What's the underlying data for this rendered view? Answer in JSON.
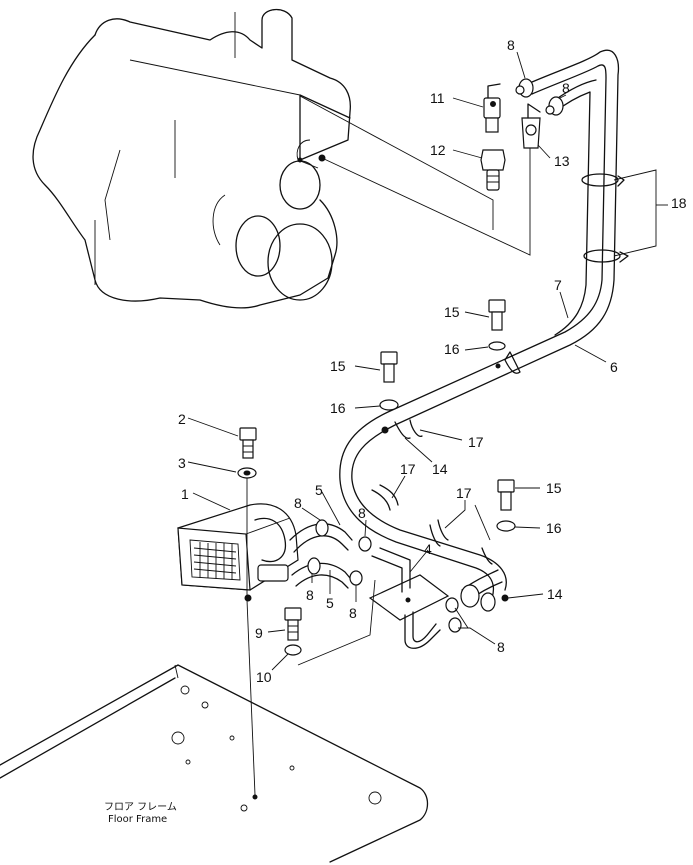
{
  "callouts": [
    {
      "id": "c1",
      "text": "1"
    },
    {
      "id": "c2",
      "text": "2"
    },
    {
      "id": "c3",
      "text": "3"
    },
    {
      "id": "c4",
      "text": "4"
    },
    {
      "id": "c5a",
      "text": "5"
    },
    {
      "id": "c5b",
      "text": "5"
    },
    {
      "id": "c6",
      "text": "6"
    },
    {
      "id": "c7",
      "text": "7"
    },
    {
      "id": "c8a",
      "text": "8"
    },
    {
      "id": "c8b",
      "text": "8"
    },
    {
      "id": "c8c",
      "text": "8"
    },
    {
      "id": "c8d",
      "text": "8"
    },
    {
      "id": "c8e",
      "text": "8"
    },
    {
      "id": "c8f",
      "text": "8"
    },
    {
      "id": "c8g",
      "text": "8"
    },
    {
      "id": "c9",
      "text": "9"
    },
    {
      "id": "c10",
      "text": "10"
    },
    {
      "id": "c11",
      "text": "11"
    },
    {
      "id": "c12",
      "text": "12"
    },
    {
      "id": "c13",
      "text": "13"
    },
    {
      "id": "c14a",
      "text": "14"
    },
    {
      "id": "c14b",
      "text": "14"
    },
    {
      "id": "c15a",
      "text": "15"
    },
    {
      "id": "c15b",
      "text": "15"
    },
    {
      "id": "c15c",
      "text": "15"
    },
    {
      "id": "c16a",
      "text": "16"
    },
    {
      "id": "c16b",
      "text": "16"
    },
    {
      "id": "c16c",
      "text": "16"
    },
    {
      "id": "c17a",
      "text": "17"
    },
    {
      "id": "c17b",
      "text": "17"
    },
    {
      "id": "c17c",
      "text": "17"
    },
    {
      "id": "c18",
      "text": "18"
    }
  ],
  "floor_label": {
    "jp": "フロア フレーム",
    "en": "Floor Frame"
  }
}
